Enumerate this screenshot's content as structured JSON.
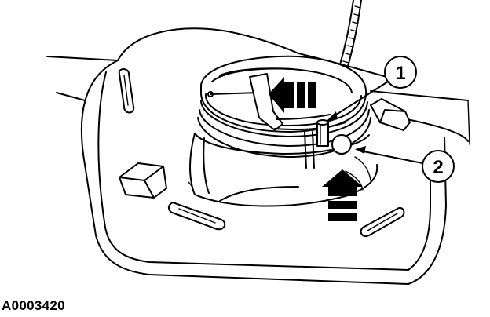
{
  "figure": {
    "id_label": "A0003420",
    "colors": {
      "line": "#000000",
      "background": "#ffffff"
    }
  },
  "callouts": [
    {
      "number": "1"
    },
    {
      "number": "2"
    }
  ],
  "arrows": [
    {
      "name": "left-direction-arrow",
      "icon": "arrow-left-icon"
    },
    {
      "name": "up-direction-arrow",
      "icon": "arrow-up-icon"
    }
  ]
}
